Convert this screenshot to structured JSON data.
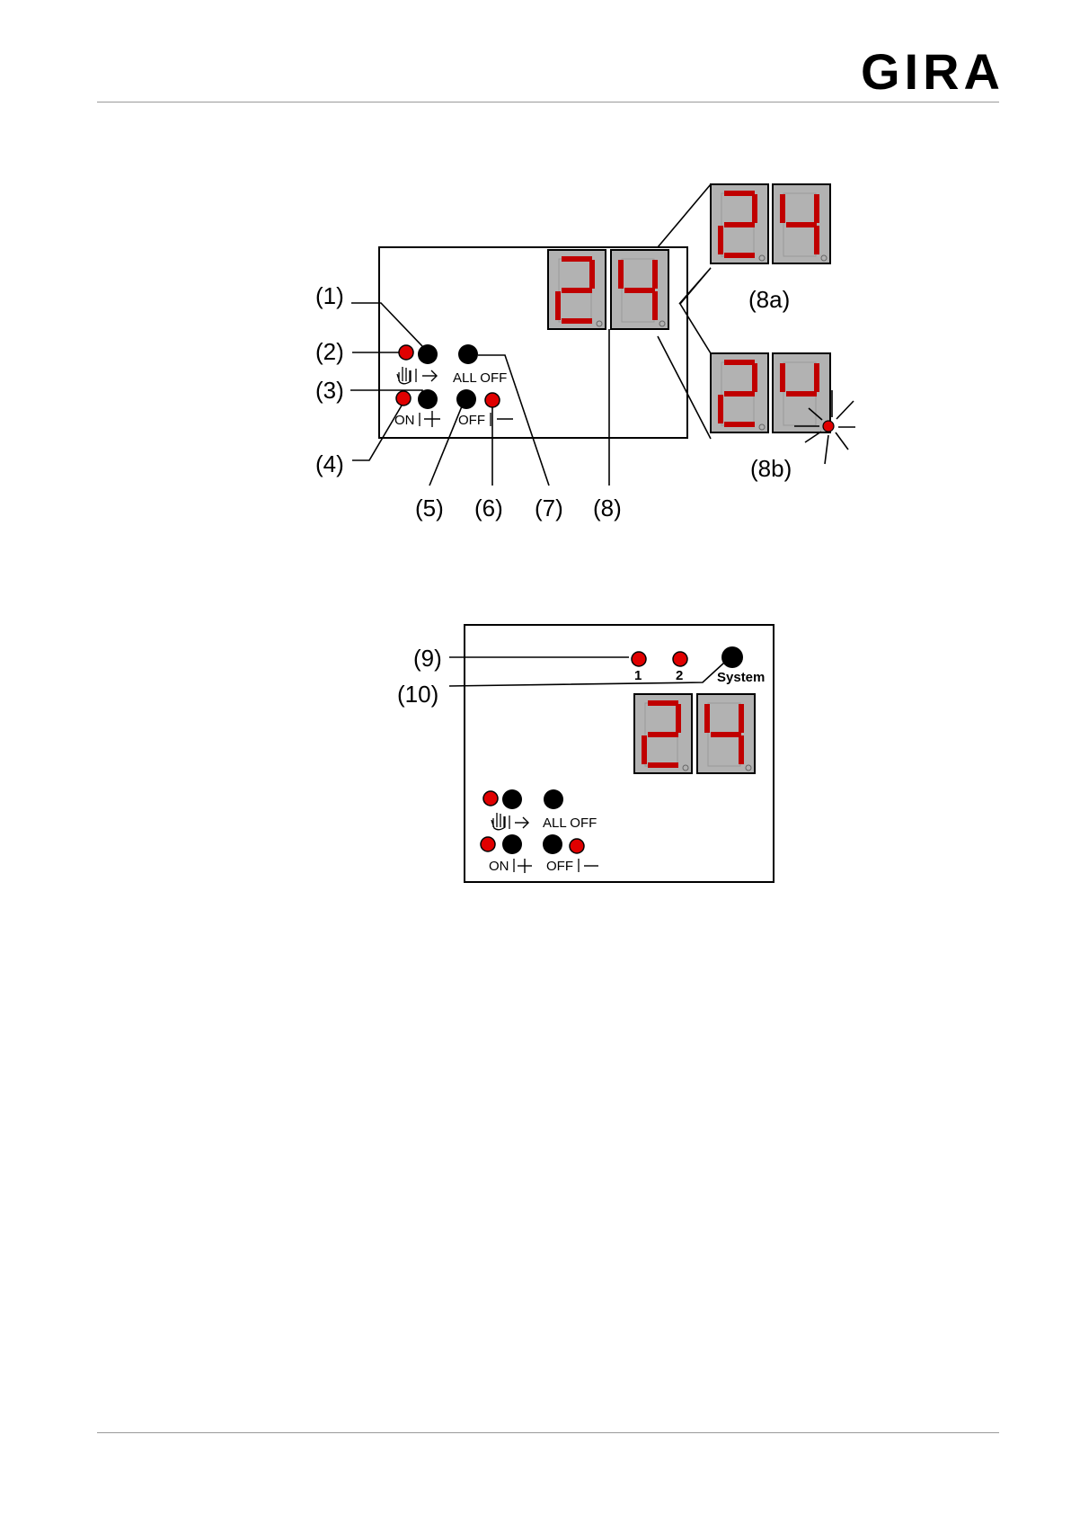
{
  "header": {
    "logo": "GIRA"
  },
  "figure1": {
    "callouts": [
      "(1)",
      "(2)",
      "(3)",
      "(4)",
      "(5)",
      "(6)",
      "(7)",
      "(8)",
      "(8a)",
      "(8b)"
    ],
    "labels": {
      "all_off": "ALL OFF",
      "on": "ON",
      "off": "OFF"
    }
  },
  "figure2": {
    "callouts": [
      "(9)",
      "(10)"
    ],
    "leds": [
      "1",
      "2"
    ],
    "system": "System",
    "labels": {
      "all_off": "ALL OFF",
      "on": "ON",
      "off": "OFF"
    }
  },
  "colors": {
    "led": "#e00000",
    "segment": "#c00000",
    "display_bg": "#b2b2b2",
    "rule": "#9a9a9a"
  },
  "icons": [
    "hand-icon",
    "arrow-right-icon",
    "plus-icon",
    "minus-icon"
  ]
}
